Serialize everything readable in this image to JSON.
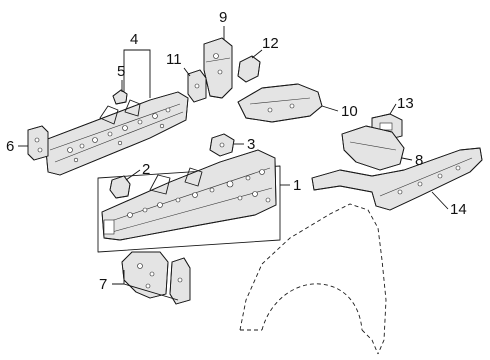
{
  "diagram": {
    "callouts": [
      {
        "id": "c1",
        "text": "1"
      },
      {
        "id": "c2",
        "text": "2"
      },
      {
        "id": "c3",
        "text": "3"
      },
      {
        "id": "c4",
        "text": "4"
      },
      {
        "id": "c5",
        "text": "5"
      },
      {
        "id": "c6",
        "text": "6"
      },
      {
        "id": "c7",
        "text": "7"
      },
      {
        "id": "c8",
        "text": "8"
      },
      {
        "id": "c9",
        "text": "9"
      },
      {
        "id": "c10",
        "text": "10"
      },
      {
        "id": "c11",
        "text": "11"
      },
      {
        "id": "c12",
        "text": "12"
      },
      {
        "id": "c13",
        "text": "13"
      },
      {
        "id": "c14",
        "text": "14"
      }
    ],
    "colors": {
      "line": "#1a1a1a",
      "fill": "#e4e4e4",
      "background": "#ffffff"
    }
  }
}
